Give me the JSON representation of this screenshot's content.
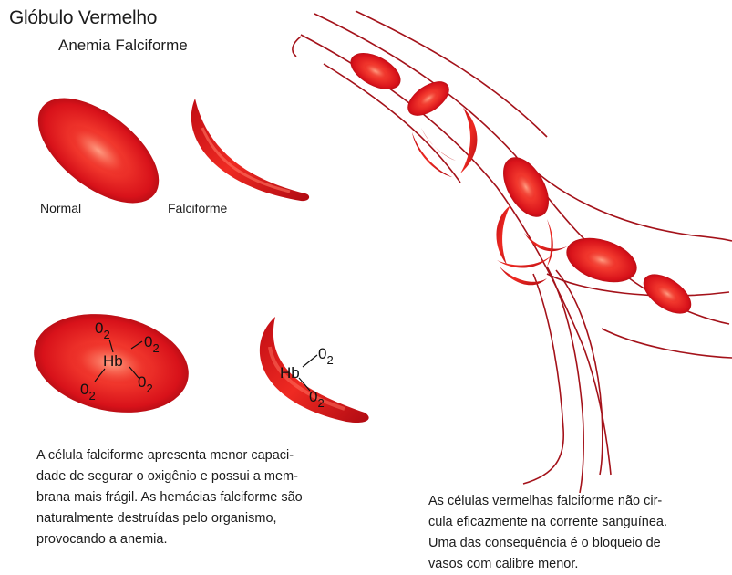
{
  "header": {
    "title": "Glóbulo Vermelho",
    "subtitle": "Anemia Falciforme"
  },
  "labels": {
    "normal": "Normal",
    "sickle": "Falciforme"
  },
  "molecules": {
    "hb": "Hb",
    "o2_base": "0",
    "o2_sub": "2"
  },
  "captions": {
    "left": [
      "A célula falciforme apresenta menor capaci-",
      "dade de segurar o oxigênio e possui a mem-",
      "brana mais frágil. As hemácias falciforme são",
      "naturalmente destruídas pelo organismo,",
      "provocando a anemia."
    ],
    "right": [
      "As células vermelhas falciforme não cir-",
      "cula eficazmente na corrente sanguínea.",
      "Uma das consequência é o bloqueio de",
      "vasos com calibre menor."
    ]
  },
  "colors": {
    "cell": "#e0141c",
    "cell_dark": "#b10d13",
    "cell_light": "#ff6a5c",
    "vessel": "#a4121a"
  }
}
